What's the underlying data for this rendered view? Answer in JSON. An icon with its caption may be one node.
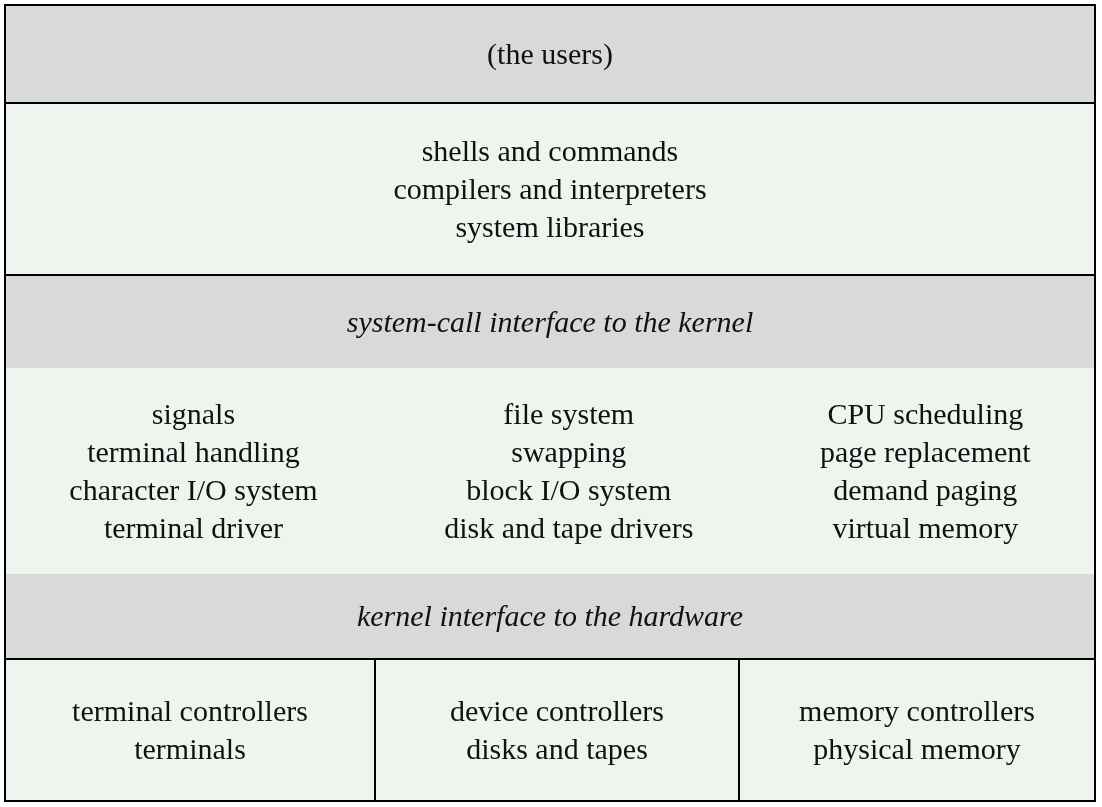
{
  "diagram": {
    "nodes": [
      {
        "text": [
          "(the users)"
        ]
      },
      {
        "text": [
          "shells and commands",
          "compilers and interpreters",
          "system libraries"
        ]
      },
      {
        "text": [
          "system-call interface to the kernel"
        ]
      },
      {
        "text": [
          "signals",
          "terminal handling",
          "character I/O system",
          "terminal driver",
          "file system",
          "swapping",
          "block I/O system",
          "disk and tape drivers",
          "CPU scheduling",
          "page replacement",
          "demand paging",
          "virtual memory"
        ]
      },
      {
        "text": [
          "kernel interface to the hardware"
        ]
      },
      {
        "text": [
          "terminal controllers",
          "terminals"
        ]
      },
      {
        "text": [
          "device controllers",
          "disks and tapes"
        ]
      },
      {
        "text": [
          "memory controllers",
          "physical memory"
        ]
      }
    ],
    "edges": []
  }
}
